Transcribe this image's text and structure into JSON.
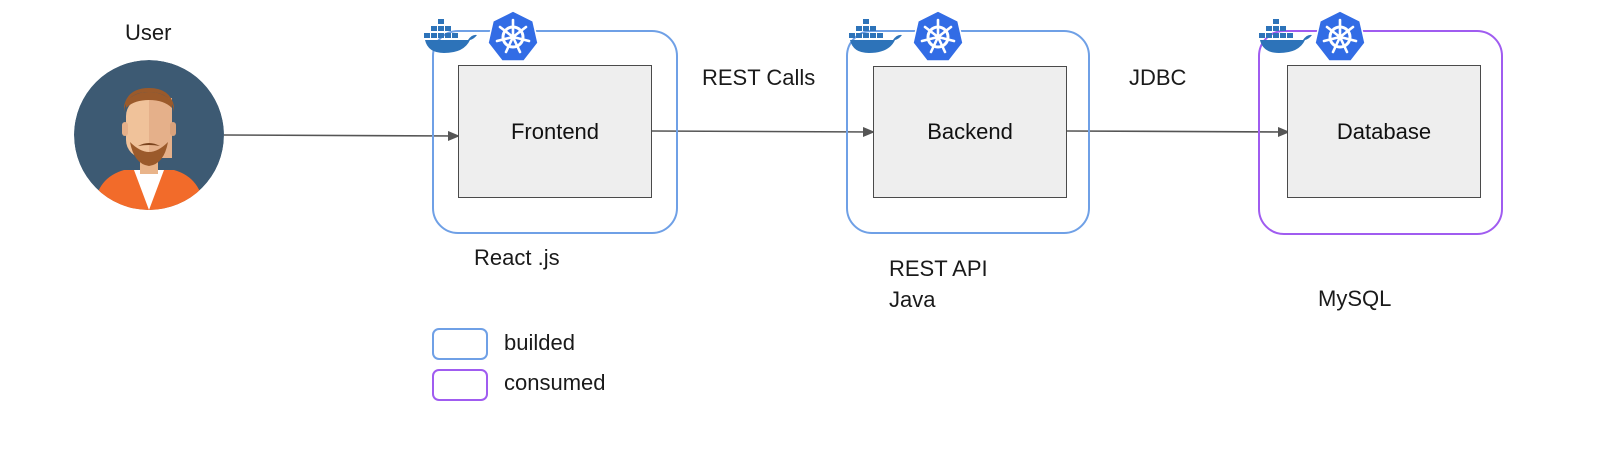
{
  "user": {
    "label": "User"
  },
  "components": [
    {
      "id": "frontend",
      "label": "Frontend",
      "tech": [
        "React .js"
      ],
      "kind": "builded"
    },
    {
      "id": "backend",
      "label": "Backend",
      "tech": [
        "REST API",
        "Java"
      ],
      "kind": "builded"
    },
    {
      "id": "database",
      "label": "Database",
      "tech": [
        "MySQL"
      ],
      "kind": "consumed"
    }
  ],
  "connections": [
    {
      "from": "user",
      "to": "frontend",
      "label": ""
    },
    {
      "from": "frontend",
      "to": "backend",
      "label": "REST Calls"
    },
    {
      "from": "backend",
      "to": "database",
      "label": "JDBC"
    }
  ],
  "legend": [
    {
      "label": "builded",
      "color": "#6fa0e6"
    },
    {
      "label": "consumed",
      "color": "#a05cf0"
    }
  ],
  "icons": [
    "docker-icon",
    "kubernetes-icon",
    "user-avatar-icon"
  ],
  "colors": {
    "builded_border": "#6fa0e6",
    "consumed_border": "#a05cf0",
    "kubernetes_blue": "#326ce5",
    "docker_blue": "#2d73b9",
    "avatar_bg": "#3d5a73",
    "arrow": "#555555"
  }
}
